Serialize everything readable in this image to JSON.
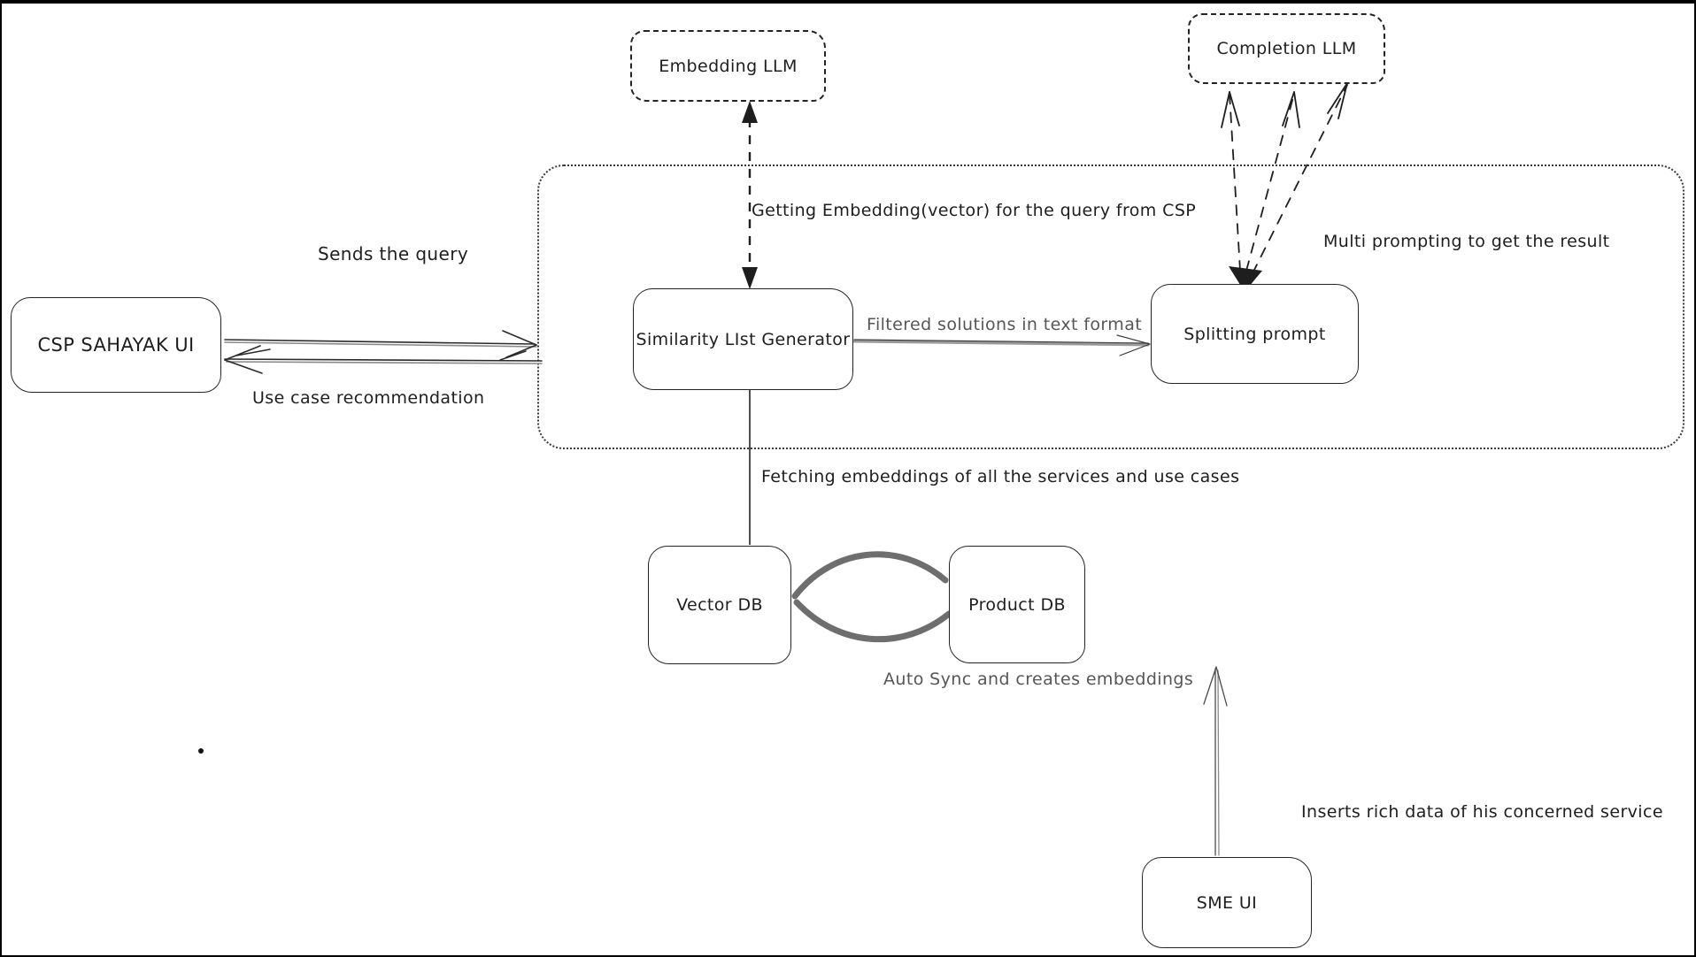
{
  "diagram": {
    "nodes": {
      "embedding_llm": {
        "label": "Embedding LLM"
      },
      "completion_llm": {
        "label": "Completion LLM"
      },
      "csp_sahayak_ui": {
        "label": "CSP SAHAYAK UI"
      },
      "similarity_list_generator": {
        "label": "Similarity LIst Generator"
      },
      "splitting_prompt": {
        "label": "Splitting prompt"
      },
      "vector_db": {
        "label": "Vector DB"
      },
      "product_db": {
        "label": "Product DB"
      },
      "sme_ui": {
        "label": "SME UI"
      }
    },
    "edges": {
      "sends_query": {
        "label": "Sends the query"
      },
      "use_case_recommendation": {
        "label": "Use case recommendation"
      },
      "getting_embedding": {
        "label": "Getting Embedding(vector) for the query from CSP"
      },
      "filtered_solutions": {
        "label": "Filtered solutions in text format"
      },
      "multi_prompting": {
        "label": "Multi prompting to get the result"
      },
      "fetching_embeddings": {
        "label": "Fetching embeddings of all the services and use cases"
      },
      "auto_sync": {
        "label": "Auto Sync and creates embeddings"
      },
      "inserts_rich_data": {
        "label": "Inserts rich data of his concerned service"
      }
    },
    "colors": {
      "stroke": "#1e1e1e",
      "muted_text": "#565656",
      "sync_arc": "#6e6e6e",
      "background": "#ffffff"
    }
  }
}
